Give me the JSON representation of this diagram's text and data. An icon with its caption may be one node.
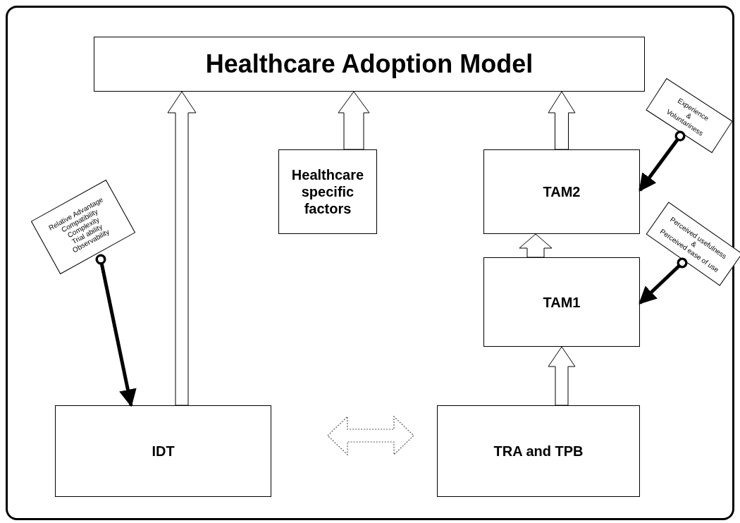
{
  "diagram": {
    "nodes": [
      {
        "text": [
          "Healthcare Adoption Model"
        ]
      },
      {
        "text": [
          "Healthcare specific factors"
        ]
      },
      {
        "text": [
          "TAM2"
        ]
      },
      {
        "text": [
          "TAM1"
        ]
      },
      {
        "text": [
          "IDT"
        ]
      },
      {
        "text": [
          "TRA and TPB"
        ]
      },
      {
        "text": [
          "Relative Advantage",
          "Compatibility",
          "Complexity",
          "Trial ability",
          "Observability"
        ]
      },
      {
        "text": [
          "Experience",
          "&",
          "Voluntariness"
        ]
      },
      {
        "text": [
          "Perceived usefulness",
          "&",
          "Perceived ease of use"
        ]
      }
    ],
    "edges": [
      {
        "from": 4,
        "to": 0,
        "arrow": "to"
      },
      {
        "from": 1,
        "to": 0,
        "arrow": "to"
      },
      {
        "from": 2,
        "to": 0,
        "arrow": "to"
      },
      {
        "from": 3,
        "to": 2,
        "arrow": "to"
      },
      {
        "from": 5,
        "to": 3,
        "arrow": "to"
      },
      {
        "from": 4,
        "to": 5,
        "arrow": "both",
        "style": "dashed"
      },
      {
        "from": 6,
        "to": 4,
        "arrow": "to"
      },
      {
        "from": 7,
        "to": 2,
        "arrow": "to"
      },
      {
        "from": 8,
        "to": 3,
        "arrow": "to"
      }
    ]
  }
}
